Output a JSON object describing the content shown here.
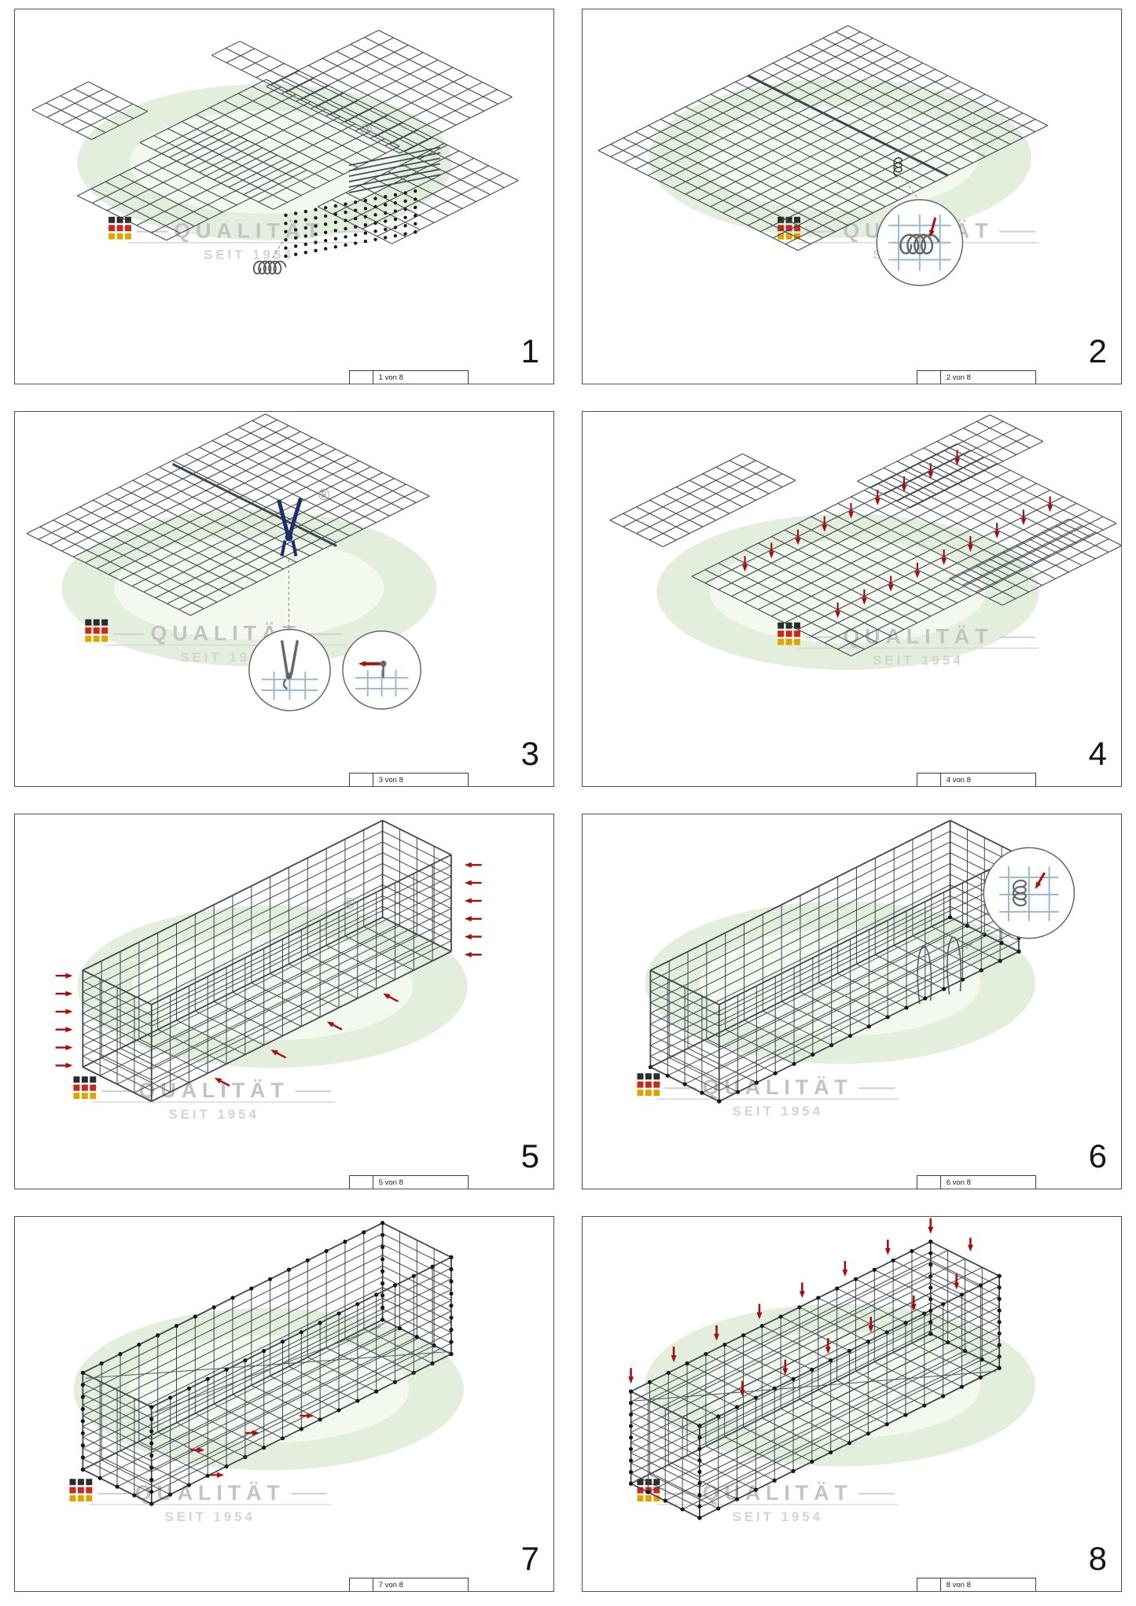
{
  "watermark": {
    "title": "QUALITÄT",
    "subtitle": "SEIT 1954",
    "registered": "®"
  },
  "panels": [
    {
      "step": "1",
      "sheet": "1 von 8"
    },
    {
      "step": "2",
      "sheet": "2 von 8"
    },
    {
      "step": "3",
      "sheet": "3 von 8"
    },
    {
      "step": "4",
      "sheet": "4 von 8"
    },
    {
      "step": "5",
      "sheet": "5 von 8"
    },
    {
      "step": "6",
      "sheet": "6 von 8"
    },
    {
      "step": "7",
      "sheet": "7 von 8"
    },
    {
      "step": "8",
      "sheet": "8 von 8"
    }
  ],
  "colors": {
    "mesh": "#3b474f",
    "accent_red": "#a50f0f",
    "detail_blue": "#9bb8cf",
    "tool_navy": "#1d2f6b",
    "watermark_green": "#e3eedd",
    "flag_black": "#2b2b2b",
    "flag_red": "#c8281e",
    "flag_gold": "#e0a400",
    "dot_black": "#161616"
  }
}
